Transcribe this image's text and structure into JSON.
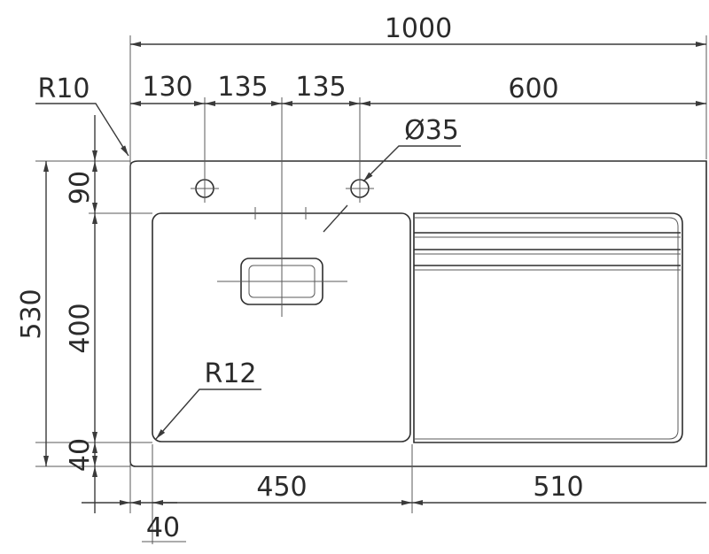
{
  "dimensions": {
    "overall_width": "1000",
    "bowl_offset": "130",
    "hole_spacing_1": "135",
    "hole_spacing_2": "135",
    "drainer_length": "600",
    "corner_radius": "R10",
    "hole_diameter": "Ø35",
    "top_margin": "90",
    "overall_depth": "530",
    "bowl_depth": "400",
    "bottom_margin": "40",
    "bowl_radius": "R12",
    "bowl_width": "450",
    "drainer_width": "510",
    "left_margin": "40"
  }
}
